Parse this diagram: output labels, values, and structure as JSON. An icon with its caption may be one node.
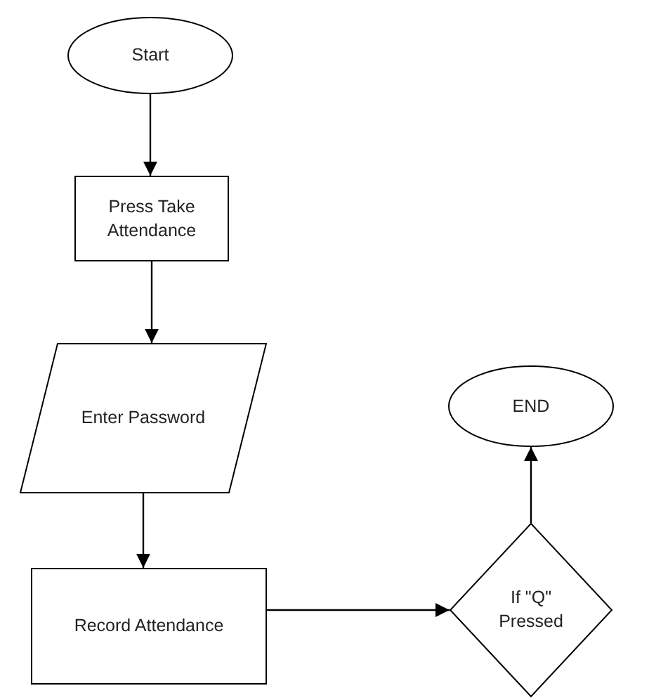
{
  "diagram": {
    "nodes": [
      {
        "text": [
          "Start"
        ]
      },
      {
        "text": [
          "Press Take Attendance"
        ]
      },
      {
        "text": [
          "Enter Password"
        ]
      },
      {
        "text": [
          "Record Attendance"
        ]
      },
      {
        "text": [
          "If \"Q\" Pressed"
        ]
      },
      {
        "text": [
          "END"
        ]
      }
    ],
    "edges": [
      {
        "from": 0,
        "to": 1,
        "arrow": "to"
      },
      {
        "from": 1,
        "to": 2,
        "arrow": "to"
      },
      {
        "from": 2,
        "to": 3,
        "arrow": "to"
      },
      {
        "from": 3,
        "to": 4,
        "arrow": "to"
      },
      {
        "from": 4,
        "to": 5,
        "arrow": "to"
      }
    ]
  }
}
